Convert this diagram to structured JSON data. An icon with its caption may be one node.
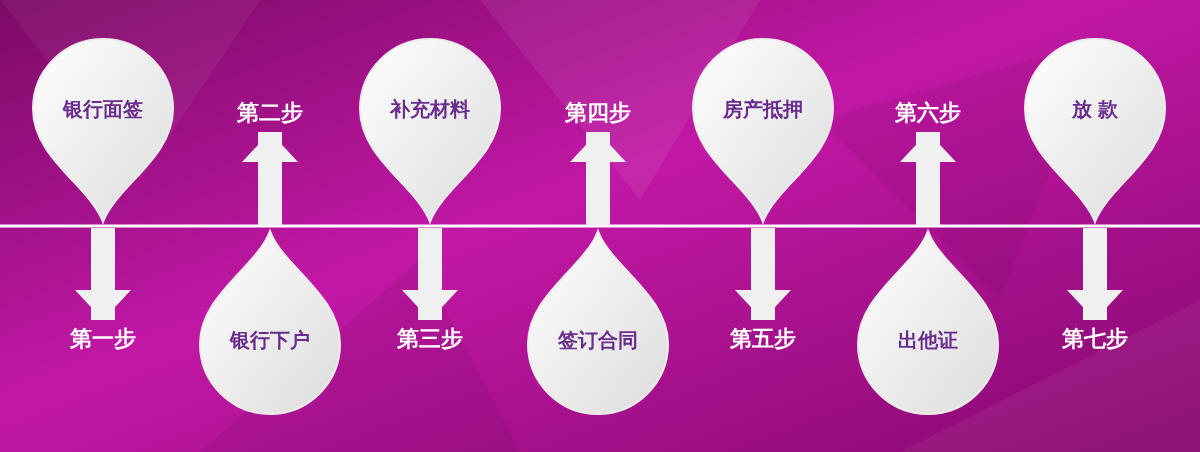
{
  "diagram": {
    "nodes": [
      {
        "text": [
          "银行面签"
        ]
      },
      {
        "text": [
          "第一步"
        ]
      },
      {
        "text": [
          "第二步"
        ]
      },
      {
        "text": [
          "银行下户"
        ]
      },
      {
        "text": [
          "补充材料"
        ]
      },
      {
        "text": [
          "第三步"
        ]
      },
      {
        "text": [
          "第四步"
        ]
      },
      {
        "text": [
          "签订合同"
        ]
      },
      {
        "text": [
          "房产抵押"
        ]
      },
      {
        "text": [
          "第五步"
        ]
      },
      {
        "text": [
          "第六步"
        ]
      },
      {
        "text": [
          "出他证"
        ]
      },
      {
        "text": [
          "放 款"
        ]
      },
      {
        "text": [
          "第七步"
        ]
      }
    ],
    "edges": [
      {
        "from": 0,
        "to": 1,
        "arrow": "to"
      },
      {
        "from": 3,
        "to": 2,
        "arrow": "to"
      },
      {
        "from": 4,
        "to": 5,
        "arrow": "to"
      },
      {
        "from": 7,
        "to": 6,
        "arrow": "to"
      },
      {
        "from": 8,
        "to": 9,
        "arrow": "to"
      },
      {
        "from": 11,
        "to": 10,
        "arrow": "to"
      },
      {
        "from": 12,
        "to": 13,
        "arrow": "to"
      }
    ]
  }
}
